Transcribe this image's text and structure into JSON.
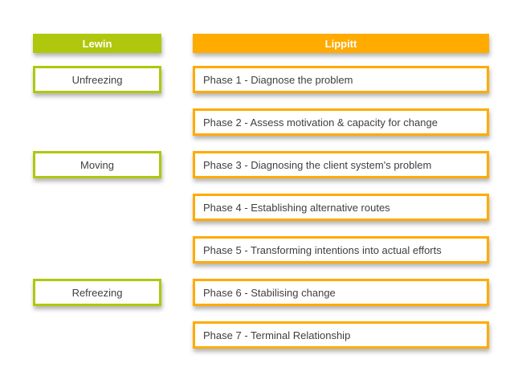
{
  "colors": {
    "lewin_green": "#AFC80D",
    "lippitt_orange": "#FFAB00",
    "text_dark": "#3F3F3F",
    "header_text": "#FFFFFF"
  },
  "lewin": {
    "header": "Lewin",
    "stages": [
      {
        "label": "Unfreezing",
        "aligned_with_phase_row": 1
      },
      {
        "label": "Moving",
        "aligned_with_phase_row": 3
      },
      {
        "label": "Refreezing",
        "aligned_with_phase_row": 6
      }
    ]
  },
  "lippitt": {
    "header": "Lippitt",
    "phases": [
      "Phase 1 - Diagnose the problem",
      "Phase 2 - Assess motivation & capacity for change",
      "Phase 3 - Diagnosing the client system's problem",
      "Phase 4 - Establishing alternative routes",
      "Phase 5 - Transforming intentions into actual efforts",
      "Phase 6 - Stabilising change",
      "Phase 7 - Terminal Relationship"
    ]
  }
}
